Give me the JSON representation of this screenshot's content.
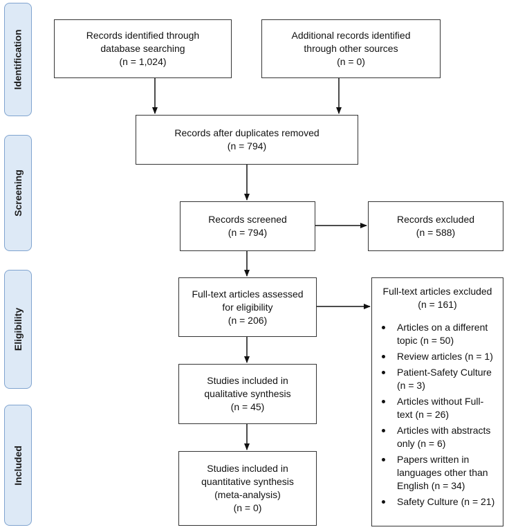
{
  "stages": [
    "Identification",
    "Screening",
    "Eligibility",
    "Included"
  ],
  "boxes": {
    "identified_db": {
      "line1": "Records identified through",
      "line2": "database searching",
      "n": "(n = 1,024)"
    },
    "additional": {
      "line1": "Additional records identified",
      "line2": "through other sources",
      "n": "(n = 0)"
    },
    "after_duplicates": {
      "line1": "Records after duplicates removed",
      "n": "(n = 794)"
    },
    "screened": {
      "line1": "Records screened",
      "n": "(n = 794)"
    },
    "excluded": {
      "line1": "Records excluded",
      "n": "(n = 588)"
    },
    "fulltext_assessed": {
      "line1": "Full-text articles assessed",
      "line2": "for eligibility",
      "n": "(n = 206)"
    },
    "qualitative": {
      "line1": "Studies included in",
      "line2": "qualitative synthesis",
      "n": "(n = 45)"
    },
    "quantitative": {
      "line1": "Studies included in",
      "line2": "quantitative synthesis",
      "line3": "(meta-analysis)",
      "n": "(n = 0)"
    }
  },
  "fulltext_excluded": {
    "title": "Full-text articles excluded",
    "n": "(n = 161)",
    "reasons": [
      {
        "text": "Articles on a different topic (n = 50)"
      },
      {
        "text": "Review articles (n = 1)"
      },
      {
        "text": "Patient-Safety Culture (n = 3)"
      },
      {
        "text": "Articles without Full-text (n = 26)"
      },
      {
        "text": "Articles with abstracts only (n = 6)"
      },
      {
        "text": "Papers written in languages other than English (n = 34)"
      },
      {
        "text": "Safety Culture (n = 21)"
      }
    ]
  }
}
